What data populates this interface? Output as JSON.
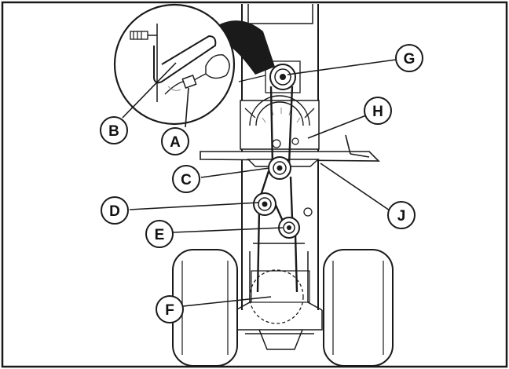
{
  "diagram": {
    "ink_color": "#1a1a1a",
    "paper_color": "#ffffff",
    "callouts": [
      {
        "id": "a",
        "label": "A"
      },
      {
        "id": "b",
        "label": "B"
      },
      {
        "id": "c",
        "label": "C"
      },
      {
        "id": "d",
        "label": "D"
      },
      {
        "id": "e",
        "label": "E"
      },
      {
        "id": "f",
        "label": "F"
      },
      {
        "id": "g",
        "label": "G"
      },
      {
        "id": "h",
        "label": "H"
      },
      {
        "id": "j",
        "label": "J"
      }
    ]
  }
}
